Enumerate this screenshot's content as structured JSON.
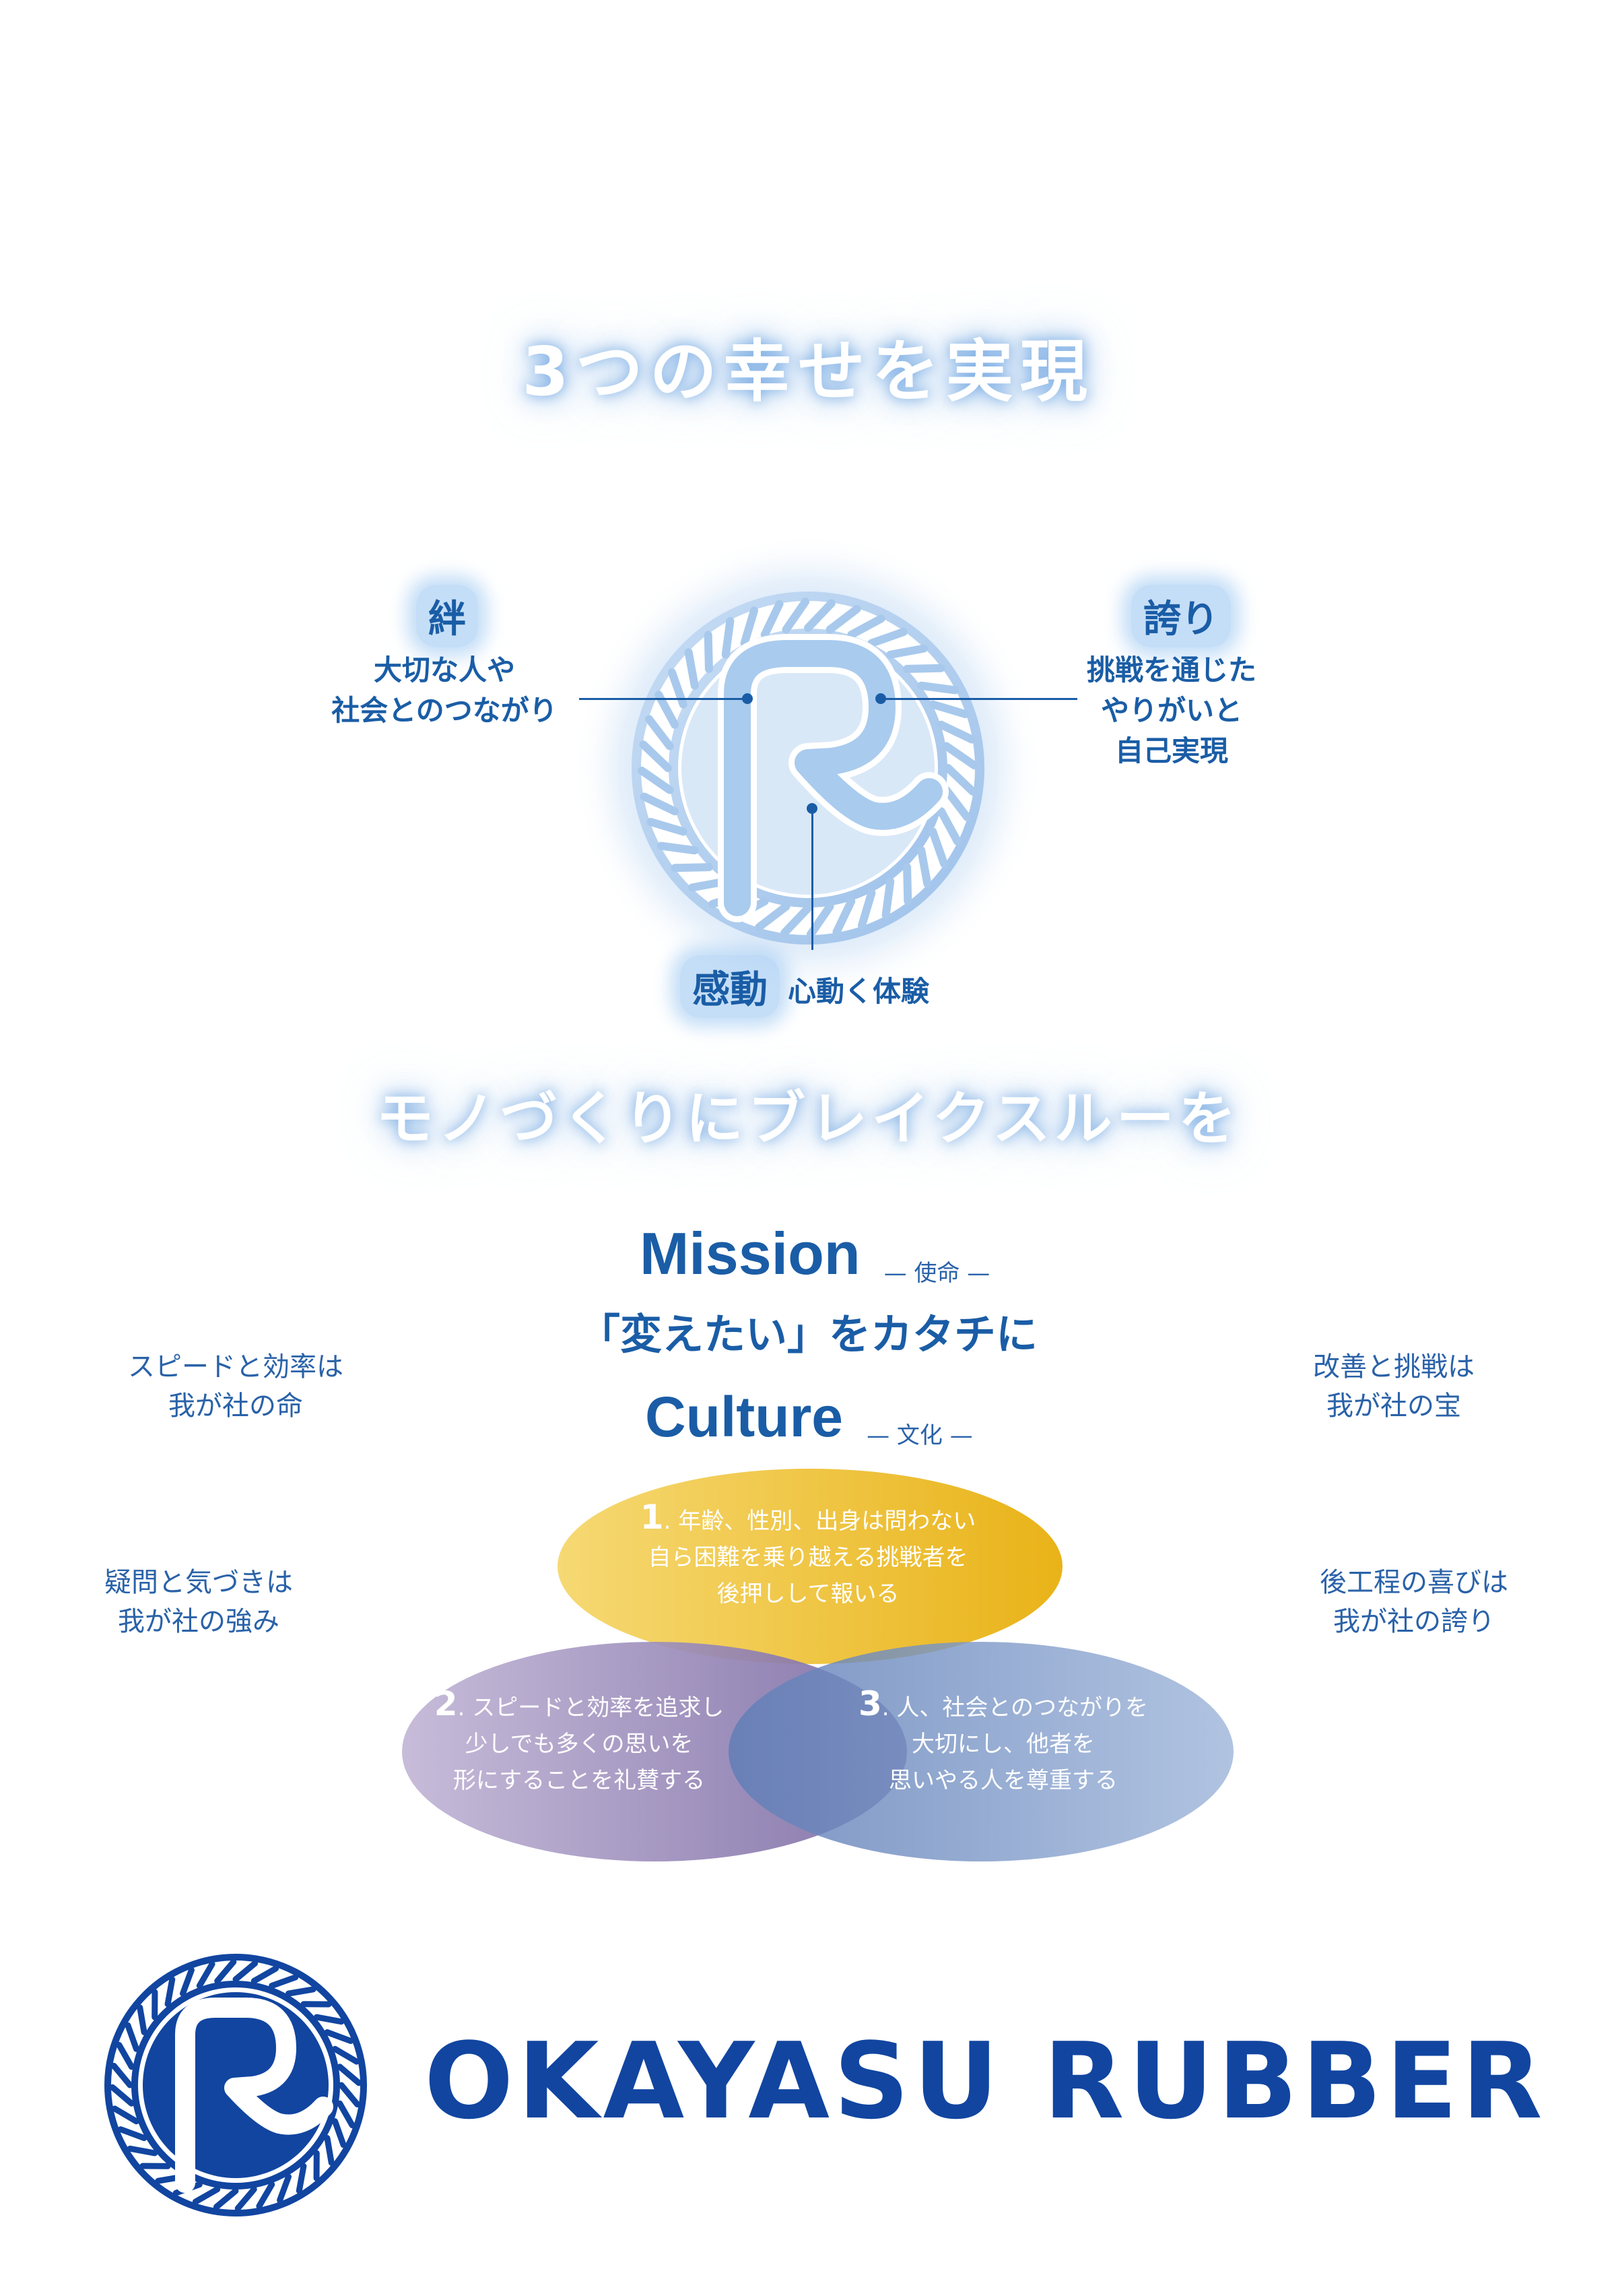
{
  "headline": "3つの幸せを実現",
  "happiness": {
    "kizuna": {
      "title": "絆",
      "line1": "大切な人や",
      "line2": "社会とのつながり"
    },
    "hokori": {
      "title": "誇り",
      "line1": "挑戦を通じた",
      "line2": "やりがいと",
      "line3": "自己実現"
    },
    "kando": {
      "title": "感動",
      "desc": "心動く体験"
    }
  },
  "slogan": "モノづくりにブレイクスルーを",
  "mission": {
    "title": "Mission",
    "sub": "— 使命 —",
    "statement": "「変えたい」をカタチに"
  },
  "culture": {
    "title": "Culture",
    "sub": "— 文化 —",
    "items": [
      {
        "num": "1",
        "line1": ". 年齢、性別、出身は問わない",
        "line2": "自ら困難を乗り越える挑戦者を",
        "line3": "後押しして報いる"
      },
      {
        "num": "2",
        "line1": ". スピードと効率を追求し",
        "line2": "少しでも多くの思いを",
        "line3": "形にすることを礼賛する"
      },
      {
        "num": "3",
        "line1": ". 人、社会とのつながりを",
        "line2": "大切にし、他者を",
        "line3": "思いやる人を尊重する"
      }
    ]
  },
  "values": {
    "top_left": {
      "line1": "スピードと効率は",
      "line2": "我が社の命"
    },
    "bottom_left": {
      "line1": "疑問と気づきは",
      "line2": "我が社の強み"
    },
    "top_right": {
      "line1": "改善と挑戦は",
      "line2": "我が社の宝"
    },
    "bottom_right": {
      "line1": "後工程の喜びは",
      "line2": "我が社の誇り"
    }
  },
  "brand": {
    "name": "OKAYASU RUBBER"
  },
  "colors": {
    "primary_blue": "#1a5da6",
    "brand_blue": "#1145a0",
    "yellow": "#e8b71a",
    "purple": "#8a77ad",
    "steel_blue": "#6f8fc0"
  },
  "icons": [
    "okayasu-r-emblem-glow",
    "okayasu-r-emblem-logo"
  ]
}
